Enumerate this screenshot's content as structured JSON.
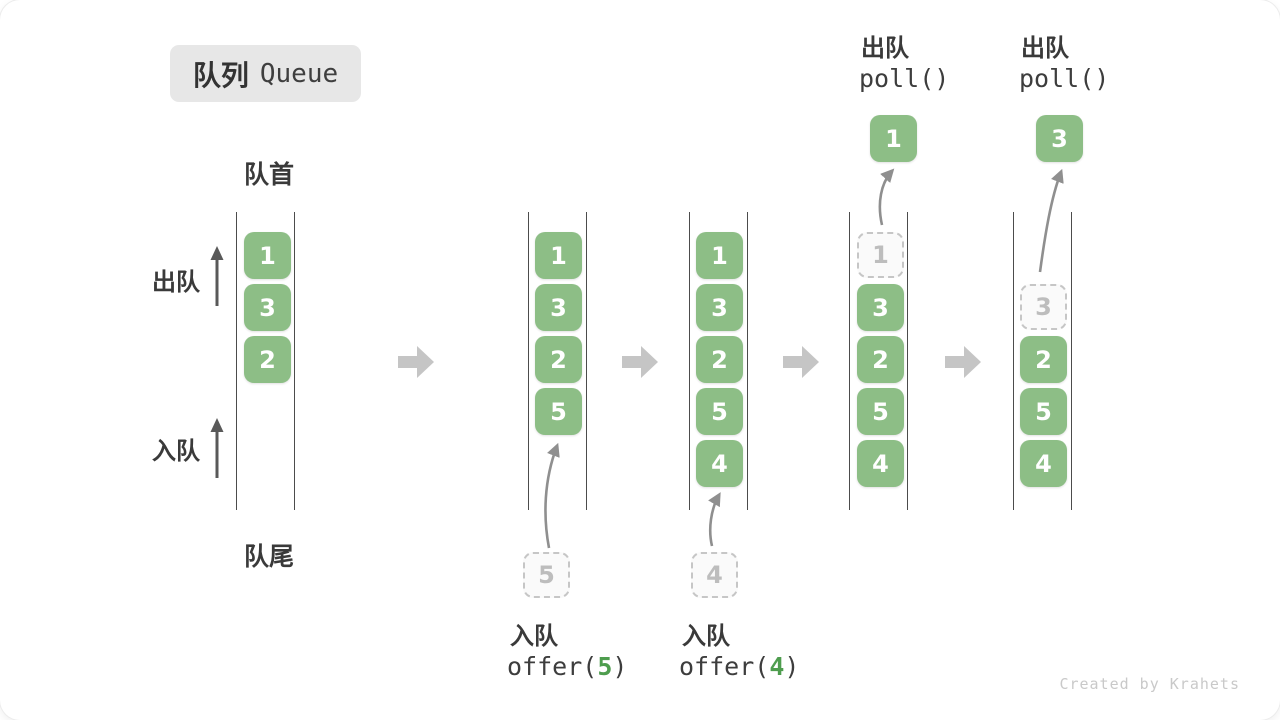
{
  "title": {
    "zh": "队列",
    "en": "Queue"
  },
  "labels": {
    "front": "队首",
    "rear": "队尾",
    "dequeue": "出队",
    "enqueue": "入队"
  },
  "colors": {
    "item_green": "#8dbe86",
    "code_accent_green": "#4e9d4e",
    "badge_bg": "#e7e7e7",
    "text_dark": "#3a3a3a",
    "ghost_gray": "#c6c6c6",
    "flow_arrow_gray": "#c5c5c5",
    "path_arrow_gray": "#8f8f8f"
  },
  "diagram": {
    "states": [
      {
        "name": "initial",
        "items": [
          "1",
          "3",
          "2"
        ]
      },
      {
        "name": "after-offer-5",
        "items": [
          "1",
          "3",
          "2",
          "5"
        ],
        "incoming": "5",
        "op": {
          "label": "入队",
          "fn_open": "offer(",
          "arg": "5",
          "fn_close": ")"
        }
      },
      {
        "name": "after-offer-4",
        "items": [
          "1",
          "3",
          "2",
          "5",
          "4"
        ],
        "incoming": "4",
        "op": {
          "label": "入队",
          "fn_open": "offer(",
          "arg": "4",
          "fn_close": ")"
        }
      },
      {
        "name": "after-poll-1",
        "ghost": "1",
        "items": [
          "3",
          "2",
          "5",
          "4"
        ],
        "outgoing": "1",
        "op": {
          "label": "出队",
          "fn": "poll()"
        }
      },
      {
        "name": "after-poll-3",
        "ghost": "3",
        "items": [
          "2",
          "5",
          "4"
        ],
        "outgoing": "3",
        "op": {
          "label": "出队",
          "fn": "poll()"
        }
      }
    ]
  },
  "watermark": "Created by Krahets"
}
